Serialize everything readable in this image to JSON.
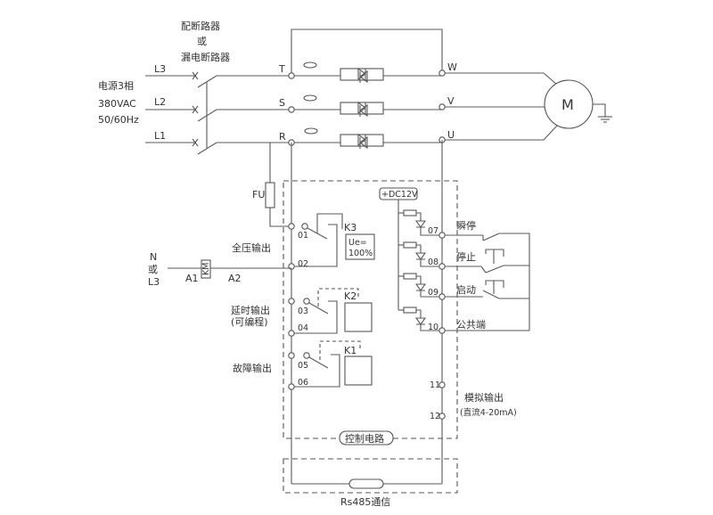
{
  "breaker": {
    "line1": "配断路器",
    "line2": "或",
    "line3": "漏电断路器"
  },
  "supply": {
    "title": "电源3相",
    "voltage": "380VAC",
    "frequency": "50/60Hz",
    "phases": [
      "L3",
      "L2",
      "L1"
    ]
  },
  "input_terminals": [
    "T",
    "S",
    "R"
  ],
  "output_terminals": [
    "W",
    "V",
    "U"
  ],
  "motor": {
    "label": "M"
  },
  "fuse": {
    "label": "FU"
  },
  "contactor": {
    "source_line1": "N",
    "source_line2": "或",
    "source_line3": "L3",
    "a1": "A1",
    "a2": "A2",
    "coil": "KM"
  },
  "relays": {
    "k3": {
      "label": "K3",
      "setting_line1": "Ue=",
      "setting_line2": "100%"
    },
    "k2": {
      "label": "K2"
    },
    "k1": {
      "label": "K1"
    }
  },
  "outputs": {
    "full_voltage": "全压输出",
    "delay_line1": "延时输出",
    "delay_line2": "(可编程)",
    "fault": "故障输出"
  },
  "left_terminals": [
    "01",
    "02",
    "03",
    "04",
    "05",
    "06"
  ],
  "dc_supply": "+DC12V",
  "right_terminals": [
    "07",
    "08",
    "09",
    "10",
    "11",
    "12"
  ],
  "inputs": {
    "emergency_stop": "瞬停",
    "stop": "停止",
    "start": "启动",
    "common": "公共端"
  },
  "analog": {
    "line1": "模拟输出",
    "line2": "(直流4-20mA)"
  },
  "control_circuit": "控制电路",
  "rs485": "Rs485通信"
}
